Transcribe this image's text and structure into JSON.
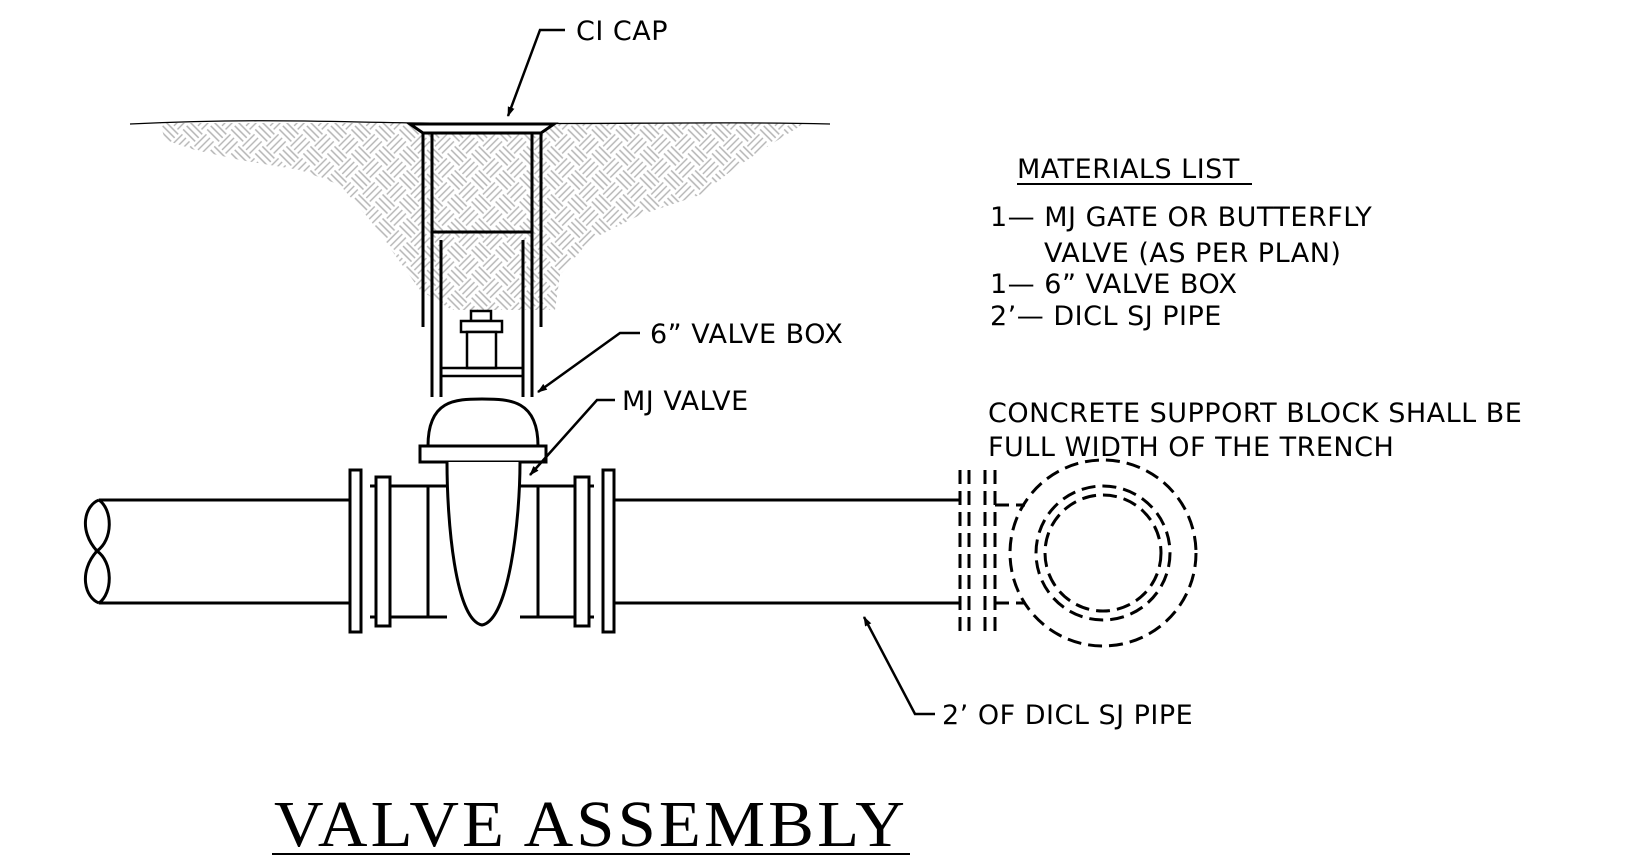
{
  "title": "VALVE ASSEMBLY",
  "callouts": {
    "ci_cap": "CI CAP",
    "valve_box": "6” VALVE BOX",
    "mj_valve": "MJ VALVE",
    "pipe": "2’ OF DICL SJ PIPE"
  },
  "note": {
    "line1": "CONCRETE SUPPORT BLOCK SHALL BE",
    "line2": "FULL WIDTH OF THE TRENCH"
  },
  "materials": {
    "heading": "MATERIALS LIST",
    "items": [
      "1— MJ GATE OR BUTTERFLY",
      "VALVE (AS PER PLAN)",
      "1— 6” VALVE BOX",
      "2’— DICL SJ PIPE"
    ]
  }
}
